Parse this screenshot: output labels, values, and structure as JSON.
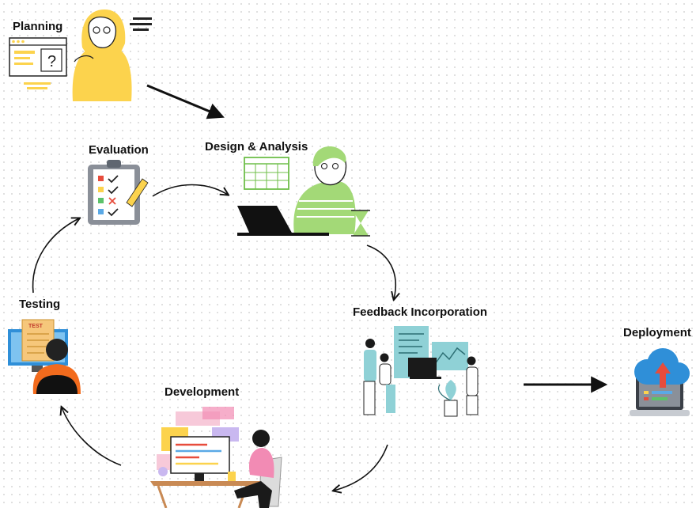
{
  "stages": {
    "planning": "Planning",
    "design_analysis": "Design & Analysis",
    "evaluation": "Evaluation",
    "feedback_incorporation": "Feedback Incorporation",
    "testing": "Testing",
    "development": "Development",
    "deployment": "Deployment"
  },
  "illustration_text": {
    "question_mark": "?",
    "test_sheet": "TEST"
  },
  "colors": {
    "yellow": "#fcd34d",
    "green": "#a3d977",
    "teal": "#8fd1d6",
    "orange": "#f26b1d",
    "blue": "#2f8fd8",
    "pink": "#f28bb4",
    "dark": "#1a1a1a"
  }
}
